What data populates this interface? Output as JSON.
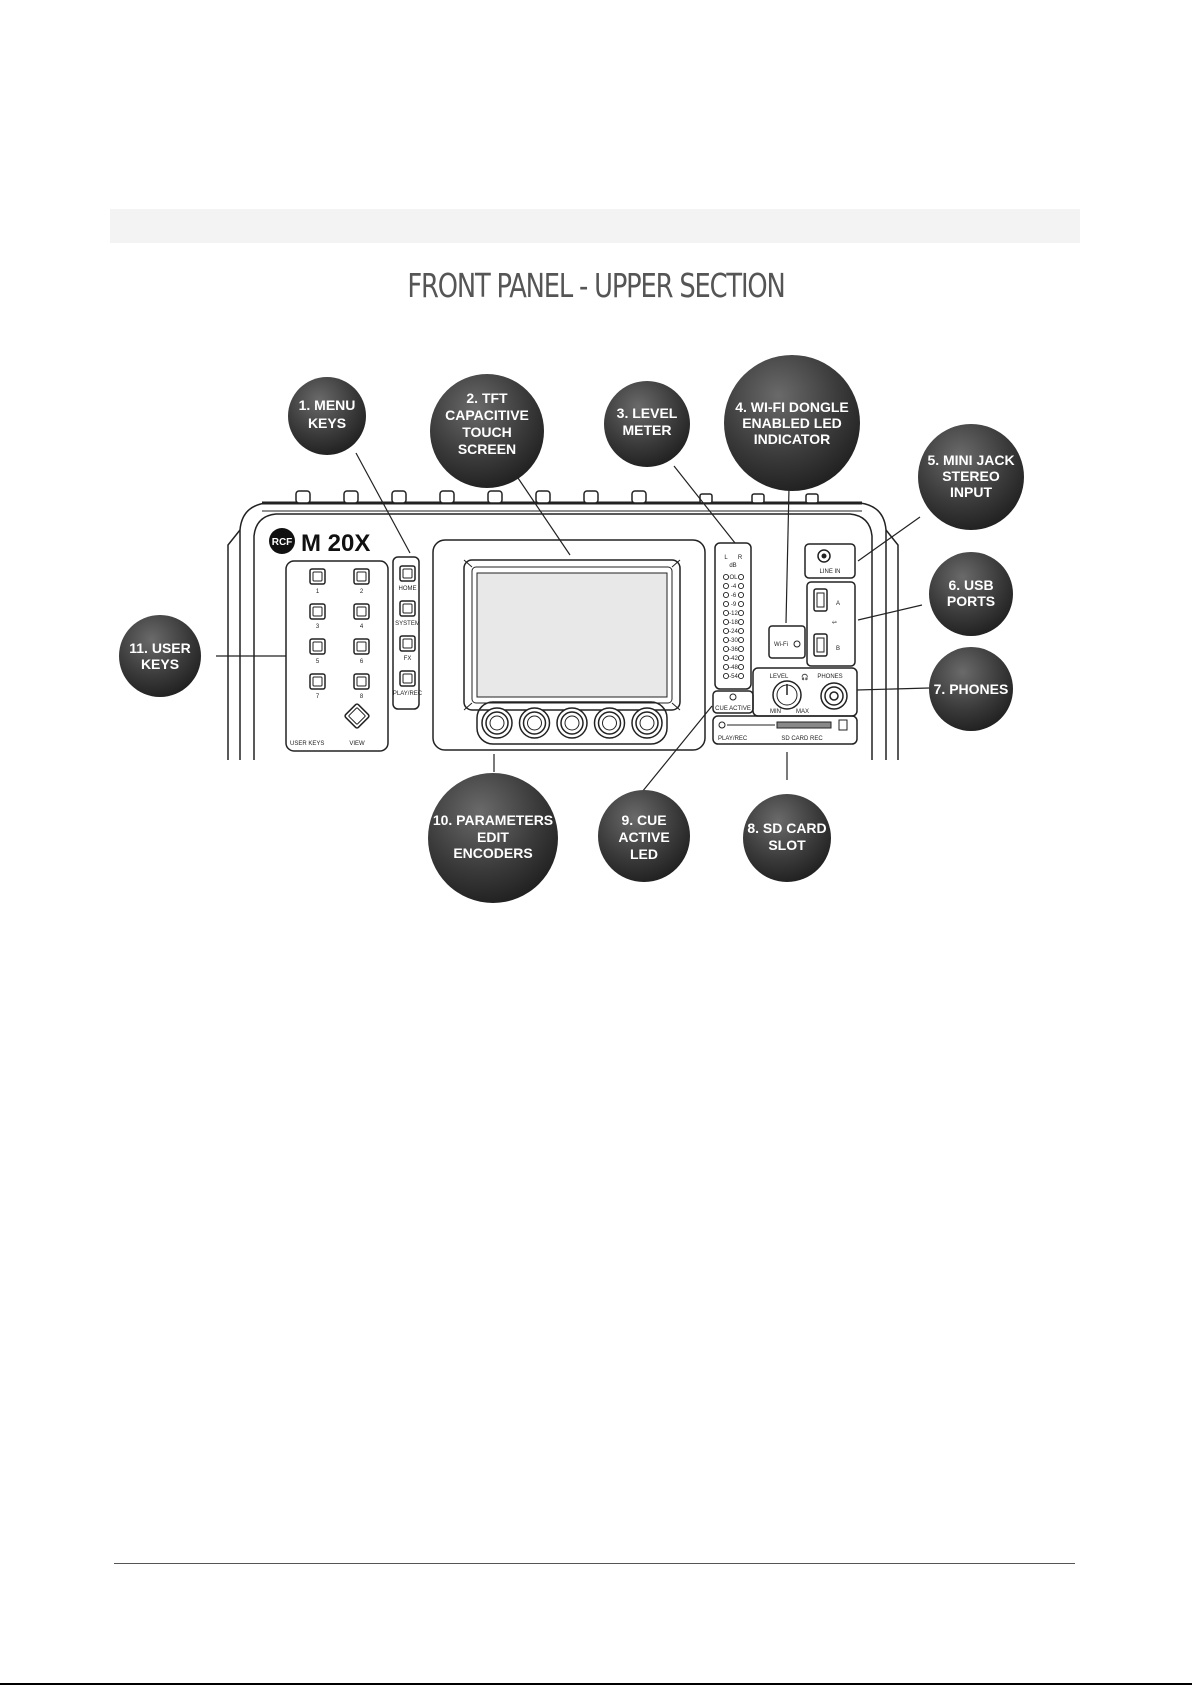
{
  "page": {
    "title": "FRONT PANEL - UPPER SECTION"
  },
  "device": {
    "brand_logo": "RCF",
    "model": "M 20X",
    "user_keys_label": "USER KEYS",
    "view_label": "VIEW",
    "user_key_numbers": [
      "1",
      "2",
      "3",
      "4",
      "5",
      "6",
      "7",
      "8"
    ],
    "menu_keys": [
      "HOME",
      "SYSTEM",
      "FX",
      "PLAY/REC"
    ],
    "meter_channels": [
      "L",
      "R"
    ],
    "meter_unit": "dB",
    "meter_scale": [
      "OL",
      "-4",
      "-6",
      "-9",
      "-12",
      "-18",
      "-24",
      "-30",
      "-36",
      "-42",
      "-48",
      "-54"
    ],
    "cue_active_label": "CUE ACTIVE",
    "wifi_label": "Wi-Fi",
    "usb_a_label": "A",
    "usb_b_label": "B",
    "mini_jack_label": "LINE IN",
    "level_label": "LEVEL",
    "phones_label": "PHONES",
    "min_label": "MIN",
    "max_label": "MAX",
    "playrec_label": "PLAY/REC",
    "sd_label": "SD CARD REC"
  },
  "callouts": [
    {
      "id": "c1",
      "lines": [
        "1. MENU",
        "KEYS"
      ]
    },
    {
      "id": "c2",
      "lines": [
        "2. TFT",
        "CAPACITIVE",
        "TOUCH",
        "SCREEN"
      ]
    },
    {
      "id": "c3",
      "lines": [
        "3. LEVEL",
        "METER"
      ]
    },
    {
      "id": "c4",
      "lines": [
        "4. WI-FI DONGLE",
        "ENABLED LED",
        "INDICATOR"
      ]
    },
    {
      "id": "c5",
      "lines": [
        "5. MINI JACK",
        "STEREO",
        "INPUT"
      ]
    },
    {
      "id": "c6",
      "lines": [
        "6. USB",
        "PORTS"
      ]
    },
    {
      "id": "c7",
      "lines": [
        "7. PHONES"
      ]
    },
    {
      "id": "c8",
      "lines": [
        "8. SD CARD",
        "SLOT"
      ]
    },
    {
      "id": "c9",
      "lines": [
        "9. CUE",
        "ACTIVE",
        "LED"
      ]
    },
    {
      "id": "c10",
      "lines": [
        "10. PARAMETERS",
        "EDIT",
        "ENCODERS"
      ]
    },
    {
      "id": "c11",
      "lines": [
        "11. USER",
        "KEYS"
      ]
    }
  ]
}
